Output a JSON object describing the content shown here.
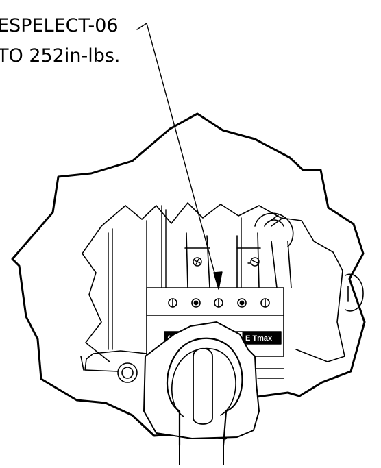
{
  "callout": {
    "line1": "ESPELECT-06",
    "line2": "TO 252in-lbs."
  },
  "nameplate": {
    "left_text": "AB",
    "right_text": "E Tmax"
  },
  "colors": {
    "stroke": "#000000",
    "background": "#ffffff"
  }
}
